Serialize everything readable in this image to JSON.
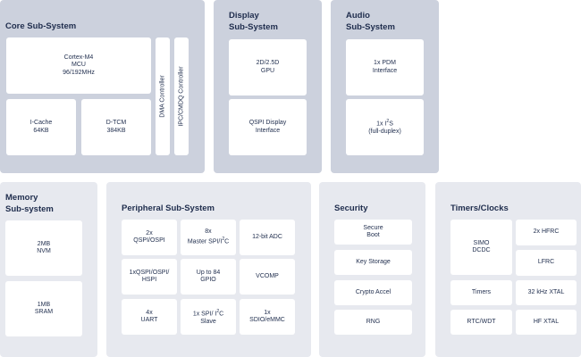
{
  "core": {
    "title": "Core Sub-System",
    "cortex": "Cortex-M4\nMCU\n96/192MHz",
    "icache": "I-Cache\n64KB",
    "dtcm": "D-TCM\n384KB",
    "dma": "DMA Controller",
    "ipc": "IPC/CMDQ Controller"
  },
  "display": {
    "title": "Display\nSub-System",
    "gpu": "2D/2.5D\nGPU",
    "qspi": "QSPI Display\nInterface"
  },
  "audio": {
    "title": "Audio\nSub-System",
    "pdm": "1x PDM\nInterface",
    "i2s_prefix": "1x I",
    "i2s_sup": "2",
    "i2s_suffix": "S",
    "i2s_line2": "(full-duplex)"
  },
  "memory": {
    "title": "Memory\nSub-system",
    "nvm": "2MB\nNVM",
    "sram": "1MB\nSRAM"
  },
  "peripheral": {
    "title": "Peripheral Sub-System",
    "qspi_ospi": "2x\nQSPI/OSPI",
    "master_prefix": "8x\nMaster SPI/I",
    "master_sup": "2",
    "master_suffix": "C",
    "adc": "12-bit ADC",
    "hspi": "1xQSPI/OSPI/\nHSPI",
    "gpio": "Up to 84\nGPIO",
    "vcomp": "VCOMP",
    "uart": "4x\nUART",
    "slave_prefix": "1x SPI/ I",
    "slave_sup": "2",
    "slave_suffix": "C\nSlave",
    "sdio": "1x\nSDIO/eMMC"
  },
  "security": {
    "title": "Security",
    "secure_boot": "Secure\nBoot",
    "key_storage": "Key Storage",
    "crypto": "Crypto Accel",
    "rng": "RNG"
  },
  "timers": {
    "title": "Timers/Clocks",
    "simo": "SIMO\nDCDC",
    "hfrc": "2x HFRC",
    "lfrc": "LFRC",
    "timers": "Timers",
    "xtal32": "32 kHz XTAL",
    "rtc": "RTC/WDT",
    "hfxtal": "HF XTAL"
  }
}
